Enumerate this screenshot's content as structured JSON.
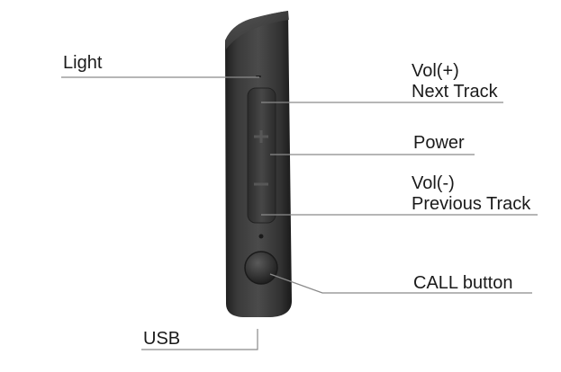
{
  "labels": {
    "light": "Light",
    "vol_up_line1": "Vol(+)",
    "vol_up_line2": "Next Track",
    "power": "Power",
    "vol_down_line1": "Vol(-)",
    "vol_down_line2": "Previous Track",
    "call": "CALL button",
    "usb": "USB"
  },
  "colors": {
    "device_body": "#3d3d3d",
    "leader_line": "#8a8a8a",
    "text": "#1a1a1a"
  }
}
